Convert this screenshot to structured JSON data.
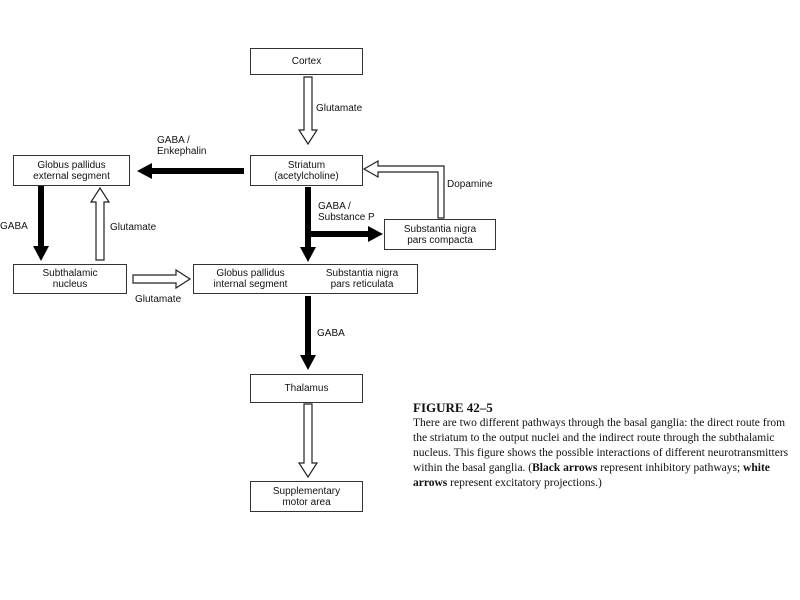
{
  "nodes": {
    "cortex": "Cortex",
    "striatum": "Striatum\n(acetylcholine)",
    "gpe": "Globus pallidus\nexternal segment",
    "snc": "Substantia nigra\npars compacta",
    "stn": "Subthalamic\nnucleus",
    "gpi": "Globus pallidus\ninternal segment",
    "snr": "Substantia nigra\npars reticulata",
    "thalamus": "Thalamus",
    "sma": "Supplementary\nmotor area"
  },
  "edges": {
    "cortex_striatum": "Glutamate",
    "striatum_gpe": "GABA /\nEnkephalin",
    "snc_striatum": "Dopamine",
    "striatum_direct": "GABA /\nSubstance P",
    "gpe_stn": "GABA",
    "stn_gpe": "Glutamate",
    "stn_gpi": "Glutamate",
    "gpi_thalamus": "GABA"
  },
  "caption": {
    "figure": "FIGURE 42–5",
    "text_1": "There are two different pathways through the basal ganglia: the direct route from the striatum to the output nuclei and the indirect route through the subthalamic nucleus. This figure shows the possible interactions of different neurotransmitters within the basal ganglia. (",
    "bold_1": "Black arrows",
    "text_2": " represent inhibitory pathways; ",
    "bold_2": "white arrows",
    "text_3": " represent excitatory projections.)"
  },
  "colors": {
    "inhibitory": "#000000",
    "excitatory": "#ffffff"
  }
}
